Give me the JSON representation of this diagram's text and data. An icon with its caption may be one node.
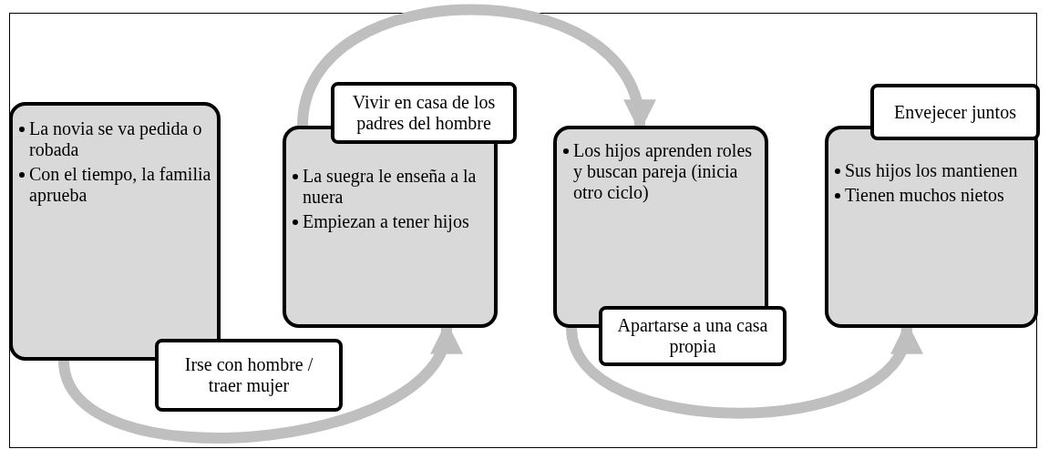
{
  "diagram": {
    "nodes": [
      {
        "text": [
          "La novia se va pedida o robada",
          "Con el tiempo, la familia aprueba"
        ]
      },
      {
        "text": [
          "Irse con hombre / traer mujer"
        ]
      },
      {
        "text": [
          "La suegra le enseña a la nuera",
          "Empiezan a tener hijos"
        ]
      },
      {
        "text": [
          "Vivir en casa de los padres del hombre"
        ]
      },
      {
        "text": [
          "Los hijos aprenden roles y buscan pareja (inicia otro ciclo)"
        ]
      },
      {
        "text": [
          "Apartarse a una casa propia"
        ]
      },
      {
        "text": [
          "Sus hijos los mantienen",
          "Tienen muchos nietos"
        ]
      },
      {
        "text": [
          "Envejecer juntos"
        ]
      }
    ],
    "edges": [
      {
        "from": 0,
        "to": 2,
        "arrow": "to"
      },
      {
        "from": 2,
        "to": 4,
        "arrow": "to"
      },
      {
        "from": 4,
        "to": 6,
        "arrow": "to"
      }
    ]
  }
}
